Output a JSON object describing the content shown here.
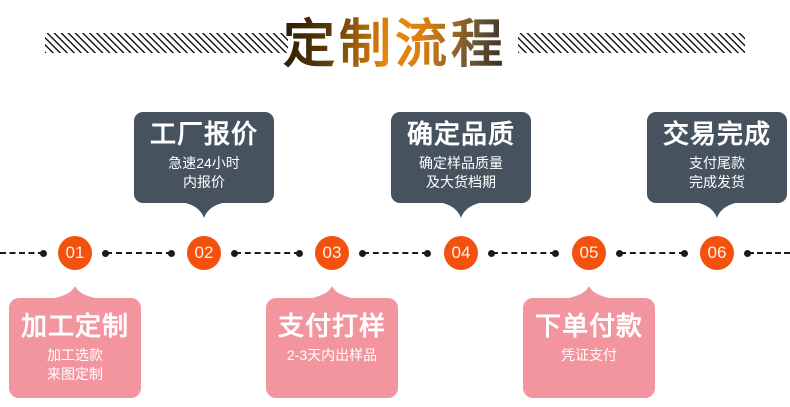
{
  "header": {
    "title": "定制流程"
  },
  "timeline": {
    "steps": [
      {
        "number": "01",
        "bubble_position": "below",
        "box": {
          "title": "加工定制",
          "lines": [
            "加工选款",
            "来图定制"
          ]
        }
      },
      {
        "number": "02",
        "bubble_position": "above",
        "box": {
          "title": "工厂报价",
          "lines": [
            "急速24小时",
            "内报价"
          ]
        }
      },
      {
        "number": "03",
        "bubble_position": "below",
        "box": {
          "title": "支付打样",
          "lines": [
            "2-3天内出样品"
          ]
        }
      },
      {
        "number": "04",
        "bubble_position": "above",
        "box": {
          "title": "确定品质",
          "lines": [
            "确定样品质量",
            "及大货档期"
          ]
        }
      },
      {
        "number": "05",
        "bubble_position": "below",
        "box": {
          "title": "下单付款",
          "lines": [
            "凭证支付"
          ]
        }
      },
      {
        "number": "06",
        "bubble_position": "above",
        "box": {
          "title": "交易完成",
          "lines": [
            "支付尾款",
            "完成发货"
          ]
        }
      }
    ]
  },
  "colors": {
    "dark_box": "#46535F",
    "pink_box": "#F3959F",
    "step_circle": "#F3510E",
    "timeline_line": "#1B1B1B",
    "title_gradient": [
      "#241804",
      "#EA880C",
      "#2B2822"
    ]
  }
}
